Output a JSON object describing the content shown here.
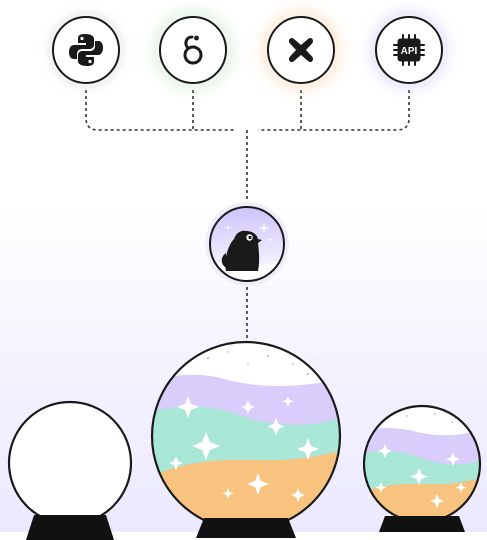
{
  "nodes": {
    "python": {
      "icon": "python-logo-icon"
    },
    "loop": {
      "icon": "loop-logo-icon"
    },
    "cross": {
      "icon": "cross-logo-icon"
    },
    "api": {
      "icon": "api-chip-icon",
      "label": "API"
    }
  },
  "hub": {
    "icon": "penguin-icon"
  },
  "globes": [
    {
      "name": "empty-globe",
      "state": "empty"
    },
    {
      "name": "large-filled-globe",
      "state": "filled"
    },
    {
      "name": "small-filled-globe",
      "state": "filled"
    }
  ],
  "colors": {
    "outline": "#1a1a1a",
    "connector": "#333333",
    "lavender": "#d8cdfb",
    "mint": "#a8e6d6",
    "peach": "#f8c37e",
    "background_bottom": "#ece9ff"
  }
}
